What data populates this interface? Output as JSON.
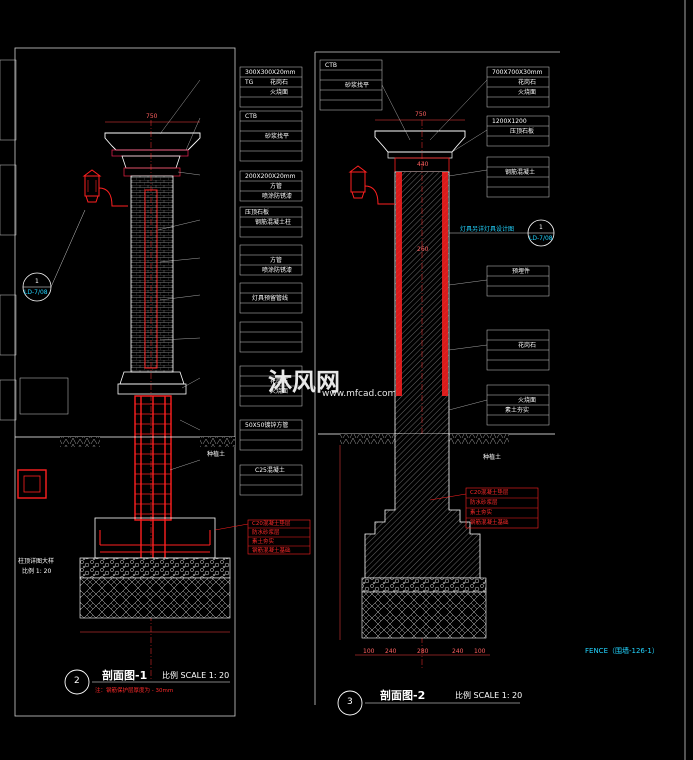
{
  "colors": {
    "background": "#000000",
    "outline": "#ffffff",
    "steel": "#ff2020",
    "dimension": "#ff3b3b",
    "annotation_cyan": "#22d4ff"
  },
  "section1": {
    "title": "剖面图-1",
    "scale": "比例 SCALE 1: 20",
    "number": "2",
    "note": "注：钢筋保护层厚度为 - 30mm"
  },
  "section2": {
    "title": "剖面图-2",
    "scale": "比例 SCALE 1: 20",
    "number": "3"
  },
  "detail_ref": {
    "top": "1",
    "bottom": "LD-7/08"
  },
  "fence_label": "FENCE（围墙-126-1）",
  "watermark": {
    "brand": "沐风网",
    "url": "www.mfcad.com"
  },
  "side_detail": {
    "title": "柱顶详图大样",
    "scale": "比例 1: 20"
  },
  "dims": {
    "top_width_1": "750",
    "top_width_2": "750",
    "inner_width": "440",
    "base_dims": [
      "100",
      "240",
      "280",
      "240",
      "100"
    ],
    "mid_dim": "260"
  },
  "annotations_left": [
    "300X300X20mm",
    "TG",
    "花岗石",
    "火烧面",
    "CTB",
    "砂浆找平",
    "200X200X20mm",
    "方管",
    "喷涂防锈漆",
    "压顶石板",
    "钢筋混凝土柱",
    "方管",
    "喷涂防锈漆",
    "灯具预留管线",
    "花岗石",
    "火烧面",
    "50X50镀锌方管",
    "C25混凝土"
  ],
  "annotations_right": [
    "700X700X30mm",
    "花岗石",
    "火烧面",
    "CTB",
    "砂浆找平",
    "1200X1200",
    "压顶石板",
    "钢筋混凝土",
    "预埋件",
    "花岗石",
    "火烧面",
    "素土夯实"
  ],
  "red_notes": [
    "C20混凝土垫层",
    "防水砂浆层",
    "素土夯实",
    "钢筋混凝土基础"
  ],
  "ground_label_1": "种植土",
  "ground_label_2": "种植土",
  "lamp_note": "灯具另详灯具设计图"
}
